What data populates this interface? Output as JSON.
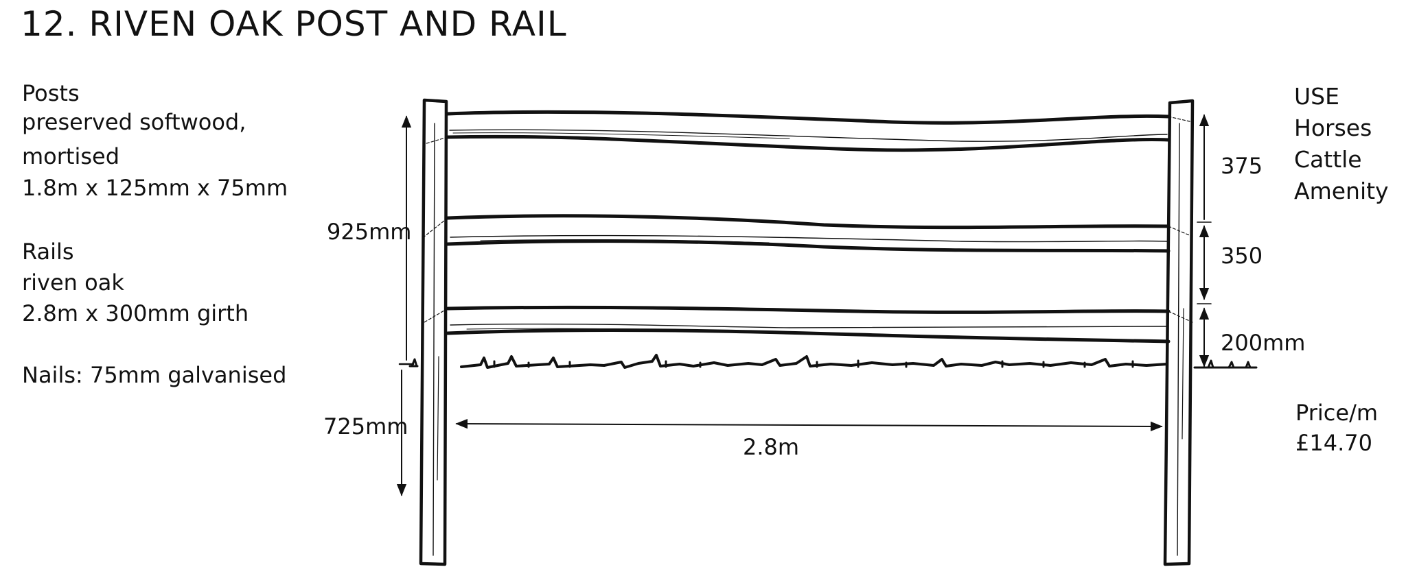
{
  "title": "12. RIVEN OAK POST AND RAIL",
  "specs": {
    "posts_heading": "Posts",
    "posts_material": "preserved softwood,",
    "posts_finish": "mortised",
    "posts_size": "1.8m x 125mm x 75mm",
    "rails_heading": "Rails",
    "rails_material": "riven oak",
    "rails_size": "2.8m x 300mm girth",
    "nails": "Nails: 75mm galvanised"
  },
  "use": {
    "heading": "USE",
    "items": [
      "Horses",
      "Cattle",
      "Amenity"
    ]
  },
  "price": {
    "label": "Price/m",
    "value": "£14.70"
  },
  "dimensions": {
    "height_above_ground": "925mm",
    "depth_below_ground": "725mm",
    "post_spacing": "2.8m",
    "gap_top": "375",
    "gap_middle": "350",
    "gap_bottom": "200mm"
  }
}
